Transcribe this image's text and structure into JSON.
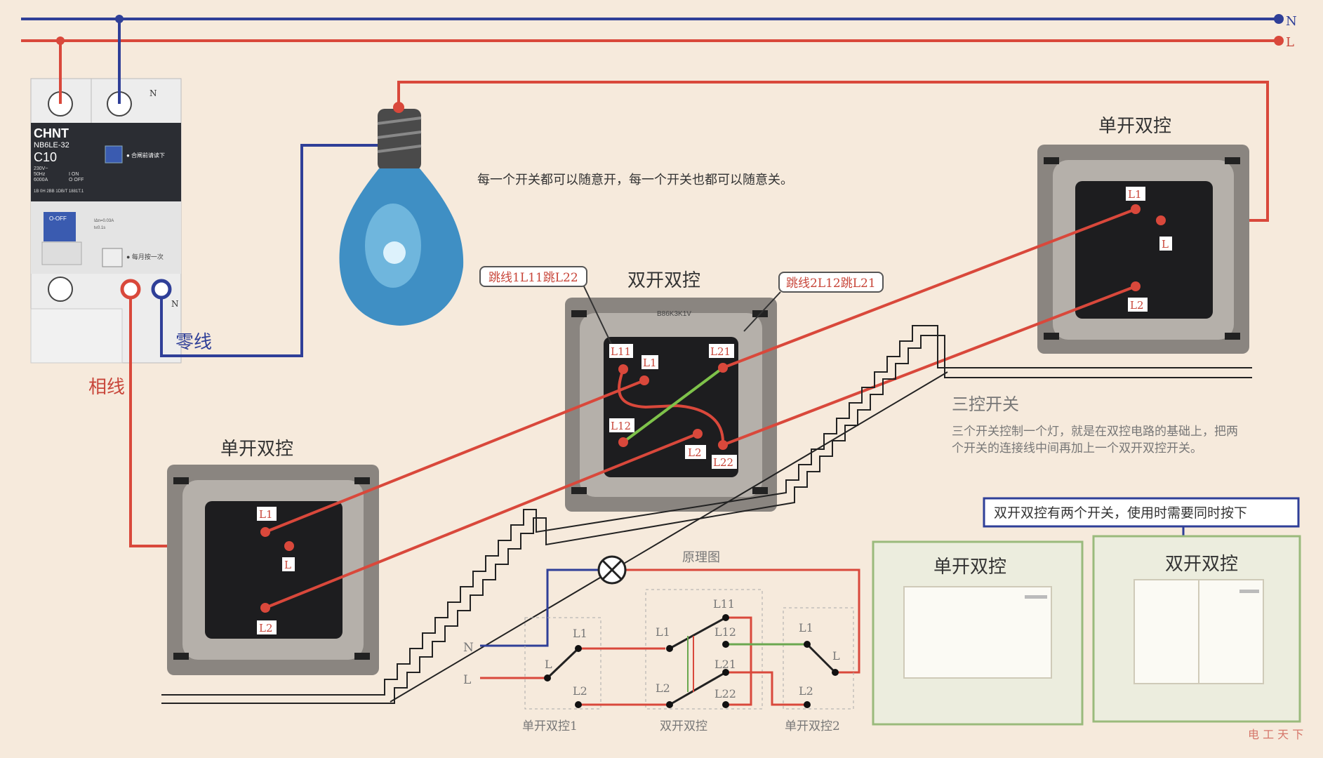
{
  "rails": {
    "n_label": "N",
    "l_label": "L"
  },
  "breaker": {
    "brand": "CHNT",
    "model": "NB6LE-32",
    "rating": "C10",
    "n_mark": "N",
    "n_mark2": "N",
    "spec_lines": [
      "230V~",
      "50Hz",
      "6000A",
      "1B 0H 2BB 1DB/T 1881T.1"
    ],
    "on_off": [
      "I ON",
      "O OFF"
    ],
    "test_note": "● 合闸前请读下",
    "off_tag": "O-OFF",
    "spec2": [
      "IΔn=0.03A",
      "t≤0.1s"
    ],
    "test_btn_note": "● 每月按一次"
  },
  "labels": {
    "neutral": "零线",
    "phase": "相线",
    "top_note": "每一个开关都可以随意开，每一个开关也都可以随意关。",
    "single_right": "单开双控",
    "single_left": "单开双控",
    "double_center": "双开双控",
    "jumper1": "跳线1L11跳L22",
    "jumper2": "跳线2L12跳L21",
    "center_model": "B86K3K1V",
    "three_title": "三控开关",
    "three_desc1": "三个开关控制一个灯，就是在双控电路的基础上，把两",
    "three_desc2": "个开关的连接线中间再加上一个双开双控开关。",
    "double_note": "双开双控有两个开关，使用时需要同时按下",
    "panel_single": "单开双控",
    "panel_double": "双开双控",
    "watermark": "电 工 天 下"
  },
  "terminals": {
    "right": [
      "L1",
      "L",
      "L2"
    ],
    "left": [
      "L1",
      "L",
      "L2"
    ],
    "center": [
      "L11",
      "L1",
      "L21",
      "L12",
      "L2",
      "L22"
    ]
  },
  "schematic": {
    "title": "原理图",
    "n": "N",
    "l": "L",
    "sw1": {
      "name": "单开双控1",
      "l1": "L1",
      "l": "L",
      "l2": "L2"
    },
    "sw2": {
      "name": "双开双控",
      "l1": "L1",
      "l2": "L2",
      "l11": "L11",
      "l12": "L12",
      "l21": "L21",
      "l22": "L22"
    },
    "sw3": {
      "name": "单开双控2",
      "l1": "L1",
      "l": "L",
      "l2": "L2"
    }
  },
  "colors": {
    "phase": "#d9483b",
    "neutral": "#2f3f98",
    "jumper": "#7ec24a",
    "frame": "#8a8580",
    "box": "#1d1d1f"
  }
}
